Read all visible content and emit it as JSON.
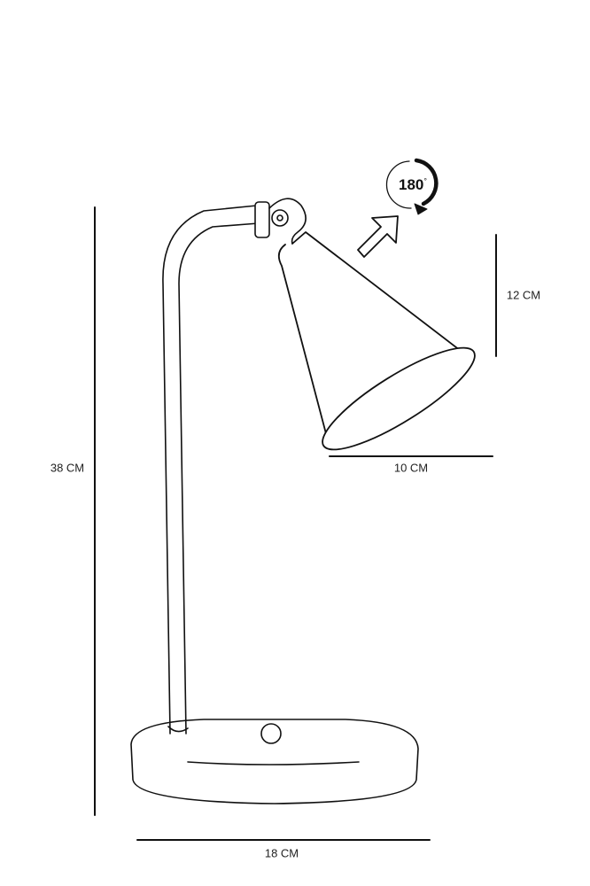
{
  "dimensions": {
    "height_total": "38 CM",
    "shade_height": "12 CM",
    "shade_width": "10 CM",
    "base_width": "18 CM"
  },
  "rotation": {
    "label": "180",
    "unit": "°",
    "icon": "rotate-arrow-icon"
  },
  "colors": {
    "line": "#111111",
    "background": "#ffffff"
  }
}
